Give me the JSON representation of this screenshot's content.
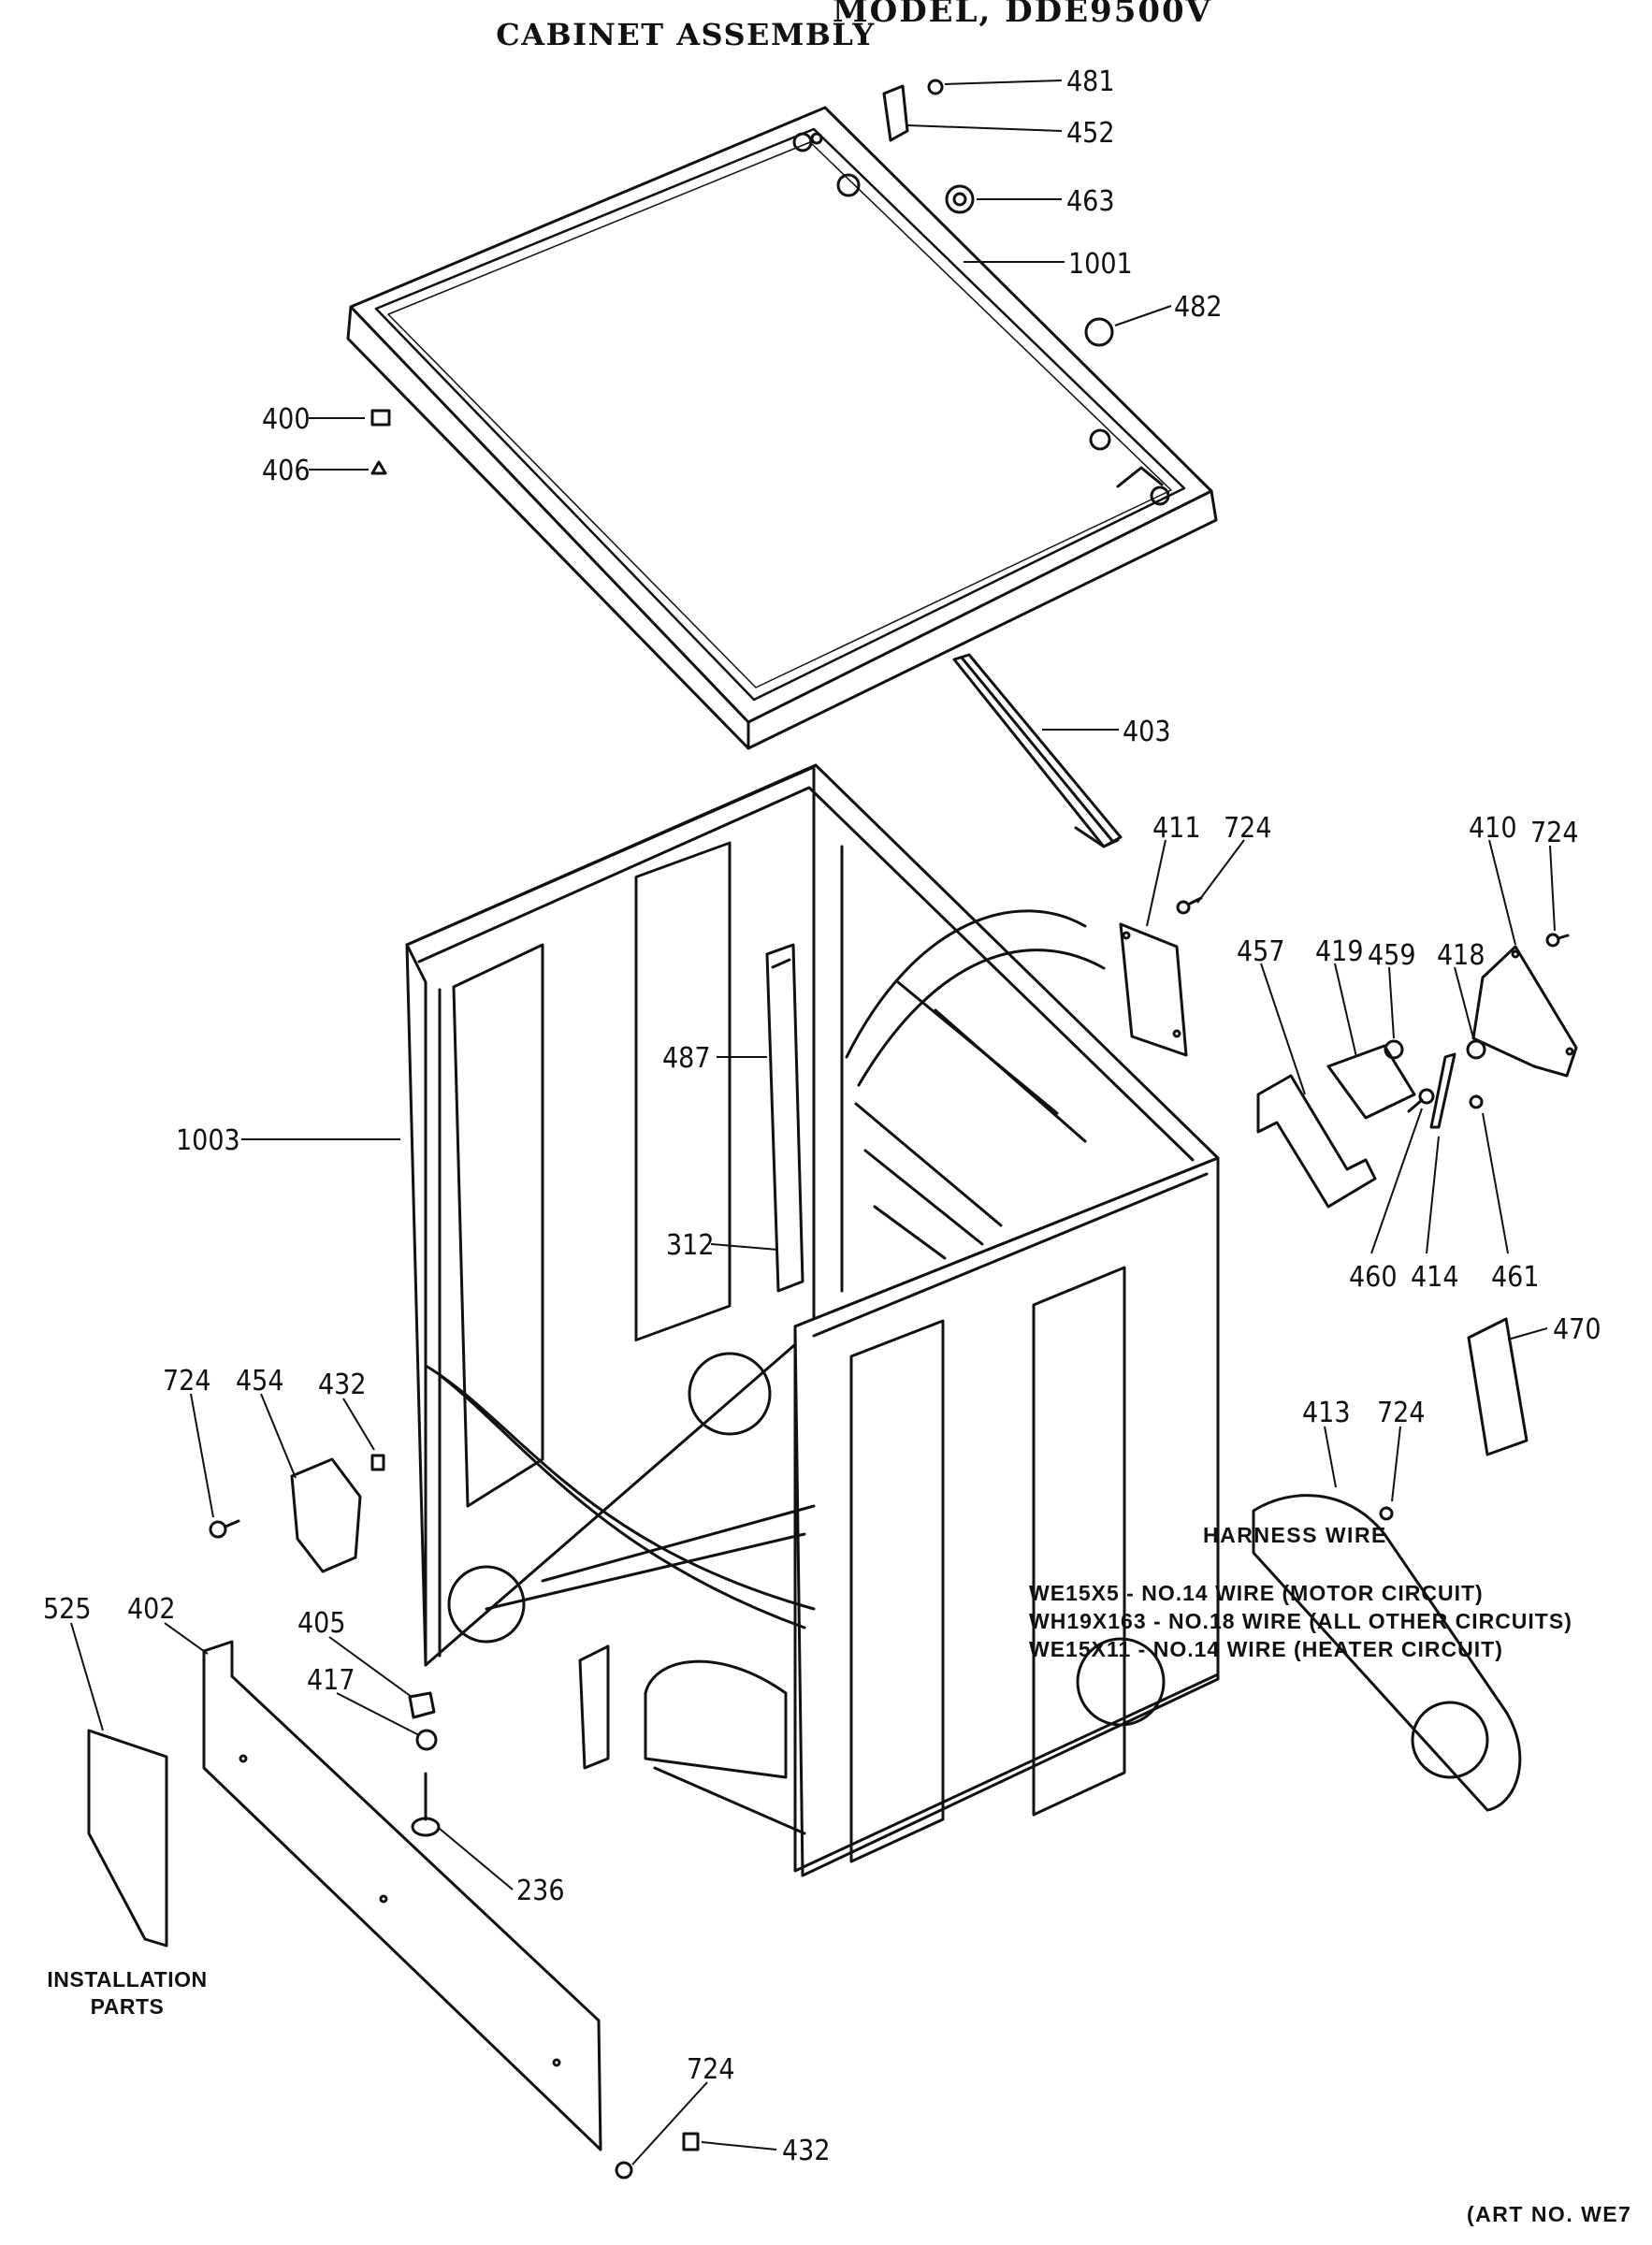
{
  "page": {
    "title_cut": "MODEL, DDE9500V",
    "title": "CABINET ASSEMBLY"
  },
  "callouts": {
    "c481": "481",
    "c452": "452",
    "c463": "463",
    "c1001": "1001",
    "c482": "482",
    "c400": "400",
    "c406": "406",
    "c403": "403",
    "c411": "411",
    "c724a": "724",
    "c410": "410",
    "c724b": "724",
    "c457": "457",
    "c419": "419",
    "c459": "459",
    "c418": "418",
    "c487": "487",
    "c1003": "1003",
    "c312": "312",
    "c460": "460",
    "c414": "414",
    "c461": "461",
    "c470": "470",
    "c724c": "724",
    "c454": "454",
    "c432a": "432",
    "c413": "413",
    "c724d": "724",
    "c525": "525",
    "c402": "402",
    "c405": "405",
    "c417": "417",
    "c236": "236",
    "c724e": "724",
    "c432b": "432"
  },
  "notes": {
    "installation": [
      "INSTALLATION",
      "PARTS"
    ],
    "harness_title": "HARNESS WIRE",
    "harness_lines": [
      "WE15X5 - NO.14 WIRE (MOTOR CIRCUIT)",
      "WH19X163 - NO.18 WIRE (ALL OTHER CIRCUITS)",
      "WE15X11 - NO.14 WIRE (HEATER CIRCUIT)"
    ],
    "art_no": "(ART NO. WE7"
  }
}
